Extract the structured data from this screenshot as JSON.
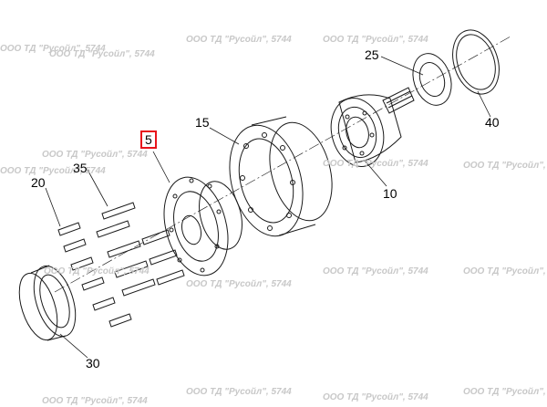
{
  "watermark": "ООО ТД \"Русойл\", 5744",
  "callouts": {
    "c5": "5",
    "c10": "10",
    "c15": "15",
    "c20": "20",
    "c25": "25",
    "c30": "30",
    "c35": "35",
    "c40": "40"
  },
  "colors": {
    "line": "#1a1a1a",
    "highlight_box": "#e8141c",
    "watermark": "#c8c8c8"
  }
}
